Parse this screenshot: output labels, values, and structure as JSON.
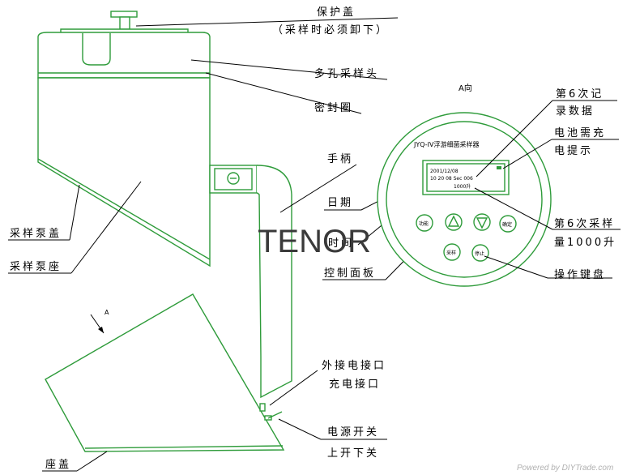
{
  "labels": {
    "cover": "保护盖",
    "cover_note": "（采样时必须卸下）",
    "head": "多孔采样头",
    "seal": "密封圈",
    "handle": "手柄",
    "pump_cover": "采样泵盖",
    "pump_base": "采样泵座",
    "date": "日期",
    "time": "时间",
    "panel": "控制面板",
    "ext_port": "外接电接口",
    "charge_port": "充电接口",
    "power_switch": "电源开关",
    "switch_note": "上开下关",
    "base_cover": "座盖",
    "direction_a": "A",
    "view_a": "A向",
    "record6_l1": "第6次记",
    "record6_l2": "录数据",
    "battery_l1": "电池需充",
    "battery_l2": "电提示",
    "vol6_l1": "第6次采样",
    "vol6_l2": "量1000升",
    "keys": "操作键盘"
  },
  "panel": {
    "title": "JYQ-IV浮游细菌采样器",
    "lcd_line1": "2001/12/08",
    "lcd_line2": "10 20 08  Sec 006",
    "lcd_line3": "1000升",
    "btn_function": "功能",
    "btn_confirm": "确定",
    "btn_sample": "采样",
    "btn_stop": "停止"
  },
  "watermark": "TENOR",
  "footer": "Powered by DIYTrade.com"
}
